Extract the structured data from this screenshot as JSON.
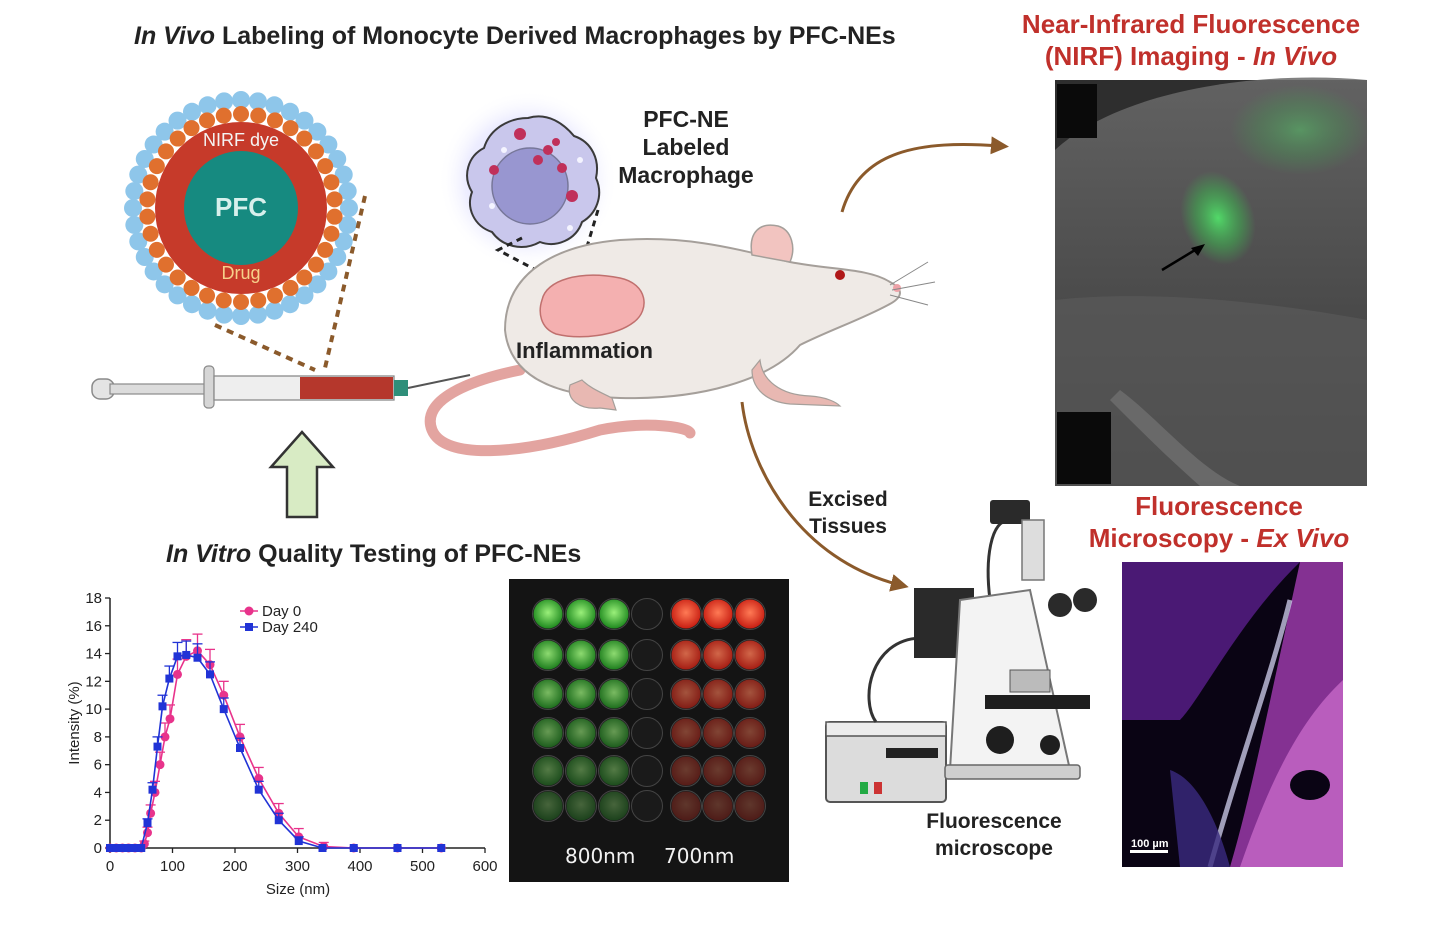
{
  "titles": {
    "main_italic": "In Vivo",
    "main_rest": " Labeling of Monocyte Derived Macrophages by PFC-NEs",
    "invitro_italic": "In Vitro",
    "invitro_rest": " Quality Testing of PFC-NEs",
    "nirf_line1": "Near-Infrared Fluorescence",
    "nirf_line2_plain": "(NIRF) Imaging - ",
    "nirf_line2_italic": "In Vivo",
    "fm_line1": "Fluorescence",
    "fm_line2_plain": "Microscopy - ",
    "fm_line2_italic": "Ex Vivo"
  },
  "labels": {
    "nirf_dye": "NIRF dye",
    "pfc": "PFC",
    "drug": "Drug",
    "macrophage_line1": "PFC-NE",
    "macrophage_line2": "Labeled",
    "macrophage_line3": "Macrophage",
    "inflammation": "Inflammation",
    "excised_line1": "Excised",
    "excised_line2": "Tissues",
    "microscope_line1": "Fluorescence",
    "microscope_line2": "microscope",
    "scale_bar": "100 µm",
    "wavelength_800": "800nm",
    "wavelength_700": "700nm"
  },
  "colors": {
    "title_red": "#c0302b",
    "arrow_brown": "#8b5a2b",
    "day0": "#e8338b",
    "day240": "#2133d6",
    "nirf_green": "#3fd05a"
  },
  "chart_data": {
    "type": "line",
    "title": "",
    "xlabel": "Size (nm)",
    "ylabel": "Intensity (%)",
    "xlim": [
      0,
      600
    ],
    "ylim": [
      0,
      18
    ],
    "xticks": [
      0,
      100,
      200,
      300,
      400,
      500,
      600
    ],
    "yticks": [
      0,
      2,
      4,
      6,
      8,
      10,
      12,
      14,
      16,
      18
    ],
    "grid": false,
    "legend": "top-center",
    "series": [
      {
        "name": "Day 0",
        "marker": "circle",
        "x": [
          0,
          10,
          20,
          30,
          40,
          50,
          55,
          60,
          65,
          72,
          80,
          88,
          96,
          108,
          122,
          140,
          160,
          182,
          208,
          238,
          270,
          302,
          342,
          390,
          460,
          530
        ],
        "y": [
          0,
          0,
          0,
          0,
          0,
          0,
          0.3,
          1.1,
          2.5,
          4.0,
          6.0,
          8.0,
          9.3,
          12.5,
          13.8,
          14.2,
          13.2,
          11.0,
          8.0,
          5.0,
          2.5,
          0.8,
          0.1,
          0,
          0,
          0
        ],
        "err": [
          0,
          0,
          0,
          0,
          0,
          0,
          0.2,
          0.4,
          0.6,
          0.8,
          0.9,
          1.0,
          1.0,
          1.1,
          1.2,
          1.2,
          1.1,
          1.0,
          0.9,
          0.8,
          0.7,
          0.6,
          0.3,
          0,
          0,
          0
        ]
      },
      {
        "name": "Day 240",
        "marker": "square",
        "x": [
          0,
          10,
          20,
          30,
          40,
          50,
          60,
          68,
          76,
          84,
          95,
          108,
          122,
          140,
          160,
          182,
          208,
          238,
          270,
          302,
          340,
          390,
          460,
          530
        ],
        "y": [
          0,
          0,
          0,
          0,
          0,
          0,
          1.8,
          4.2,
          7.3,
          10.2,
          12.2,
          13.8,
          13.9,
          13.7,
          12.5,
          10.0,
          7.2,
          4.2,
          2.0,
          0.5,
          0,
          0,
          0,
          0
        ],
        "err": [
          0,
          0,
          0,
          0,
          0,
          0,
          0.3,
          0.5,
          0.7,
          0.8,
          0.9,
          1.0,
          1.0,
          1.0,
          0.9,
          0.8,
          0.7,
          0.6,
          0.5,
          0.3,
          0,
          0,
          0,
          0
        ]
      }
    ]
  }
}
